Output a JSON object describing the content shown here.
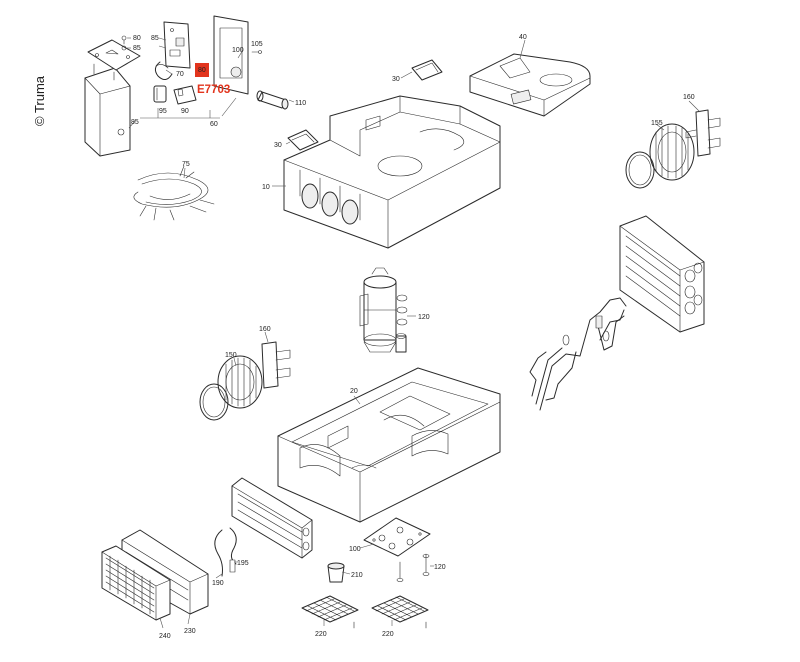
{
  "copyright": "© Truma",
  "highlight": {
    "box_label": "80",
    "code": "E7703",
    "color": "#e2341d"
  },
  "part_numbers": {
    "p80a": "80",
    "p85a": "85",
    "p85b": "85",
    "p85c": "85",
    "p70": "70",
    "p95": "95",
    "p90": "90",
    "p60": "60",
    "p100a": "100",
    "p105": "105",
    "p110": "110",
    "p40": "40",
    "p30a": "30",
    "p30b": "30",
    "p160a": "160",
    "p155": "155",
    "p10": "10",
    "p75": "75",
    "p120a": "120",
    "p160b": "160",
    "p150": "150",
    "p20": "20",
    "p195": "195",
    "p190": "190",
    "p100b": "100",
    "p210": "210",
    "p120b": "120",
    "p220a": "220",
    "p220b": "220",
    "p240": "240",
    "p230": "230"
  },
  "colors": {
    "line": "#2b2b2b",
    "highlight": "#e2341d",
    "background": "#ffffff"
  }
}
